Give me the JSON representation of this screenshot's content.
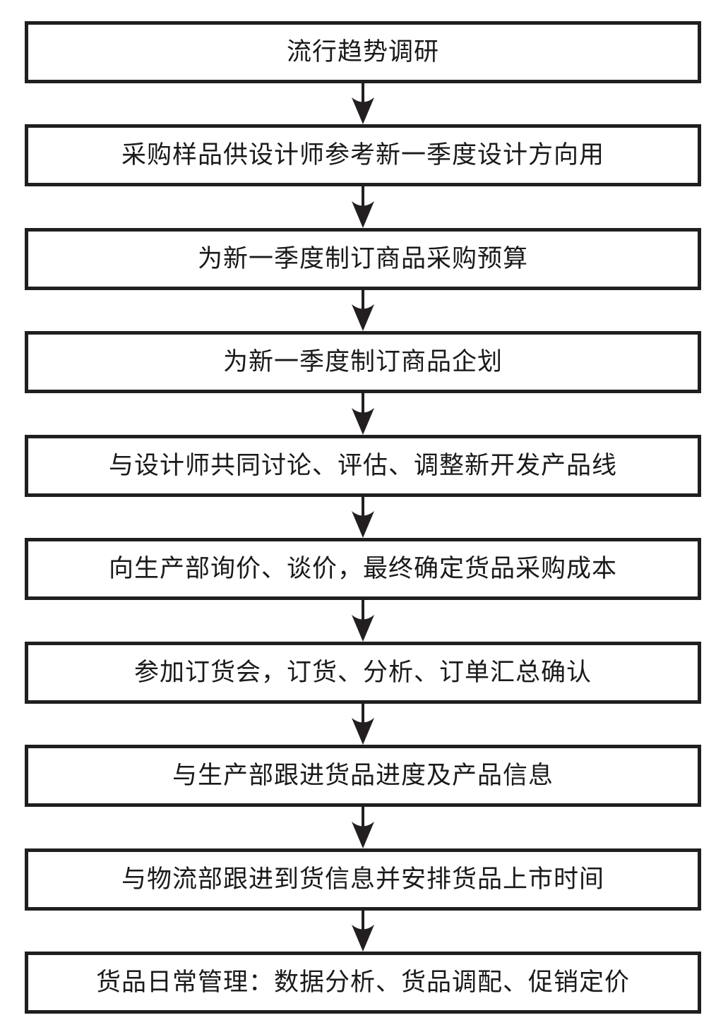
{
  "flowchart": {
    "type": "vertical-process-flow",
    "direction": "top-to-bottom",
    "colors": {
      "background": "#ffffff",
      "box_border": "#1f1f1f",
      "text": "#1a1a1a",
      "arrow": "#231f20"
    },
    "boxes": [
      {
        "label": "流行趋势调研"
      },
      {
        "label": "采购样品供设计师参考新一季度设计方向用"
      },
      {
        "label": "为新一季度制订商品采购预算"
      },
      {
        "label": "为新一季度制订商品企划"
      },
      {
        "label": "与设计师共同讨论、评估、调整新开发产品线"
      },
      {
        "label": "向生产部询价、谈价，最终确定货品采购成本"
      },
      {
        "label": "参加订货会，订货、分析、订单汇总确认"
      },
      {
        "label": "与生产部跟进货品进度及产品信息"
      },
      {
        "label": "与物流部跟进到货信息并安排货品上市时间"
      },
      {
        "label": "货品日常管理：数据分析、货品调配、促销定价"
      }
    ],
    "connections": [
      {
        "from": 0,
        "to": 1
      },
      {
        "from": 1,
        "to": 2
      },
      {
        "from": 2,
        "to": 3
      },
      {
        "from": 3,
        "to": 4
      },
      {
        "from": 4,
        "to": 5
      },
      {
        "from": 5,
        "to": 6
      },
      {
        "from": 6,
        "to": 7
      },
      {
        "from": 7,
        "to": 8
      },
      {
        "from": 8,
        "to": 9
      }
    ]
  }
}
